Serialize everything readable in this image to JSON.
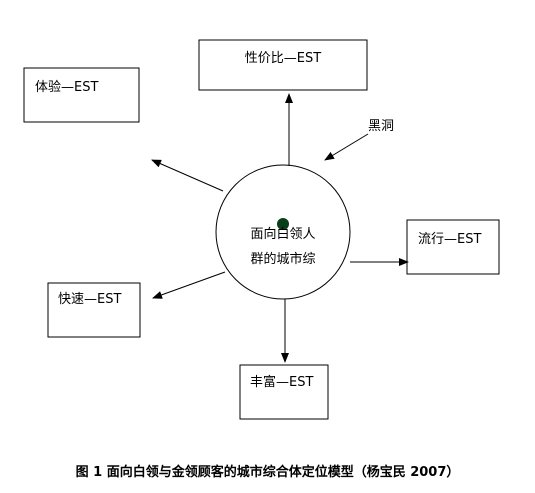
{
  "diagram": {
    "center": {
      "line1": "面向白领人",
      "line2": "群的城市综"
    },
    "boxes": {
      "top": "性价比—EST",
      "top_left": "体验—EST",
      "right": "流行—EST",
      "left": "快速—EST",
      "bottom": "丰富—EST"
    },
    "black_hole_label": "黑洞"
  },
  "caption": "图 1 面向白领与金领顾客的城市综合体定位模型（杨宝民 2007）"
}
